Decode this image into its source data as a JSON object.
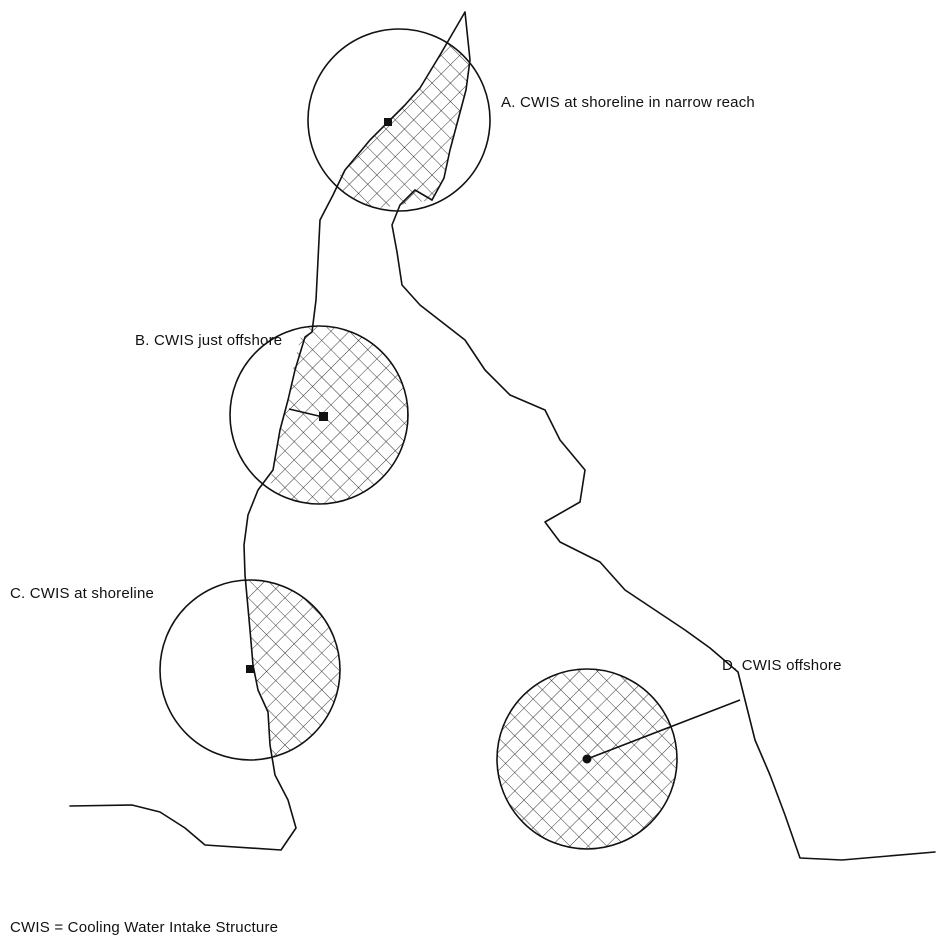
{
  "labels": {
    "a": "A.  CWIS at shoreline in narrow reach",
    "b": "B.  CWIS just offshore",
    "c": "C.  CWIS at shoreline",
    "d": "D.  CWIS offshore"
  },
  "footnote": "CWIS = Cooling Water Intake Structure"
}
